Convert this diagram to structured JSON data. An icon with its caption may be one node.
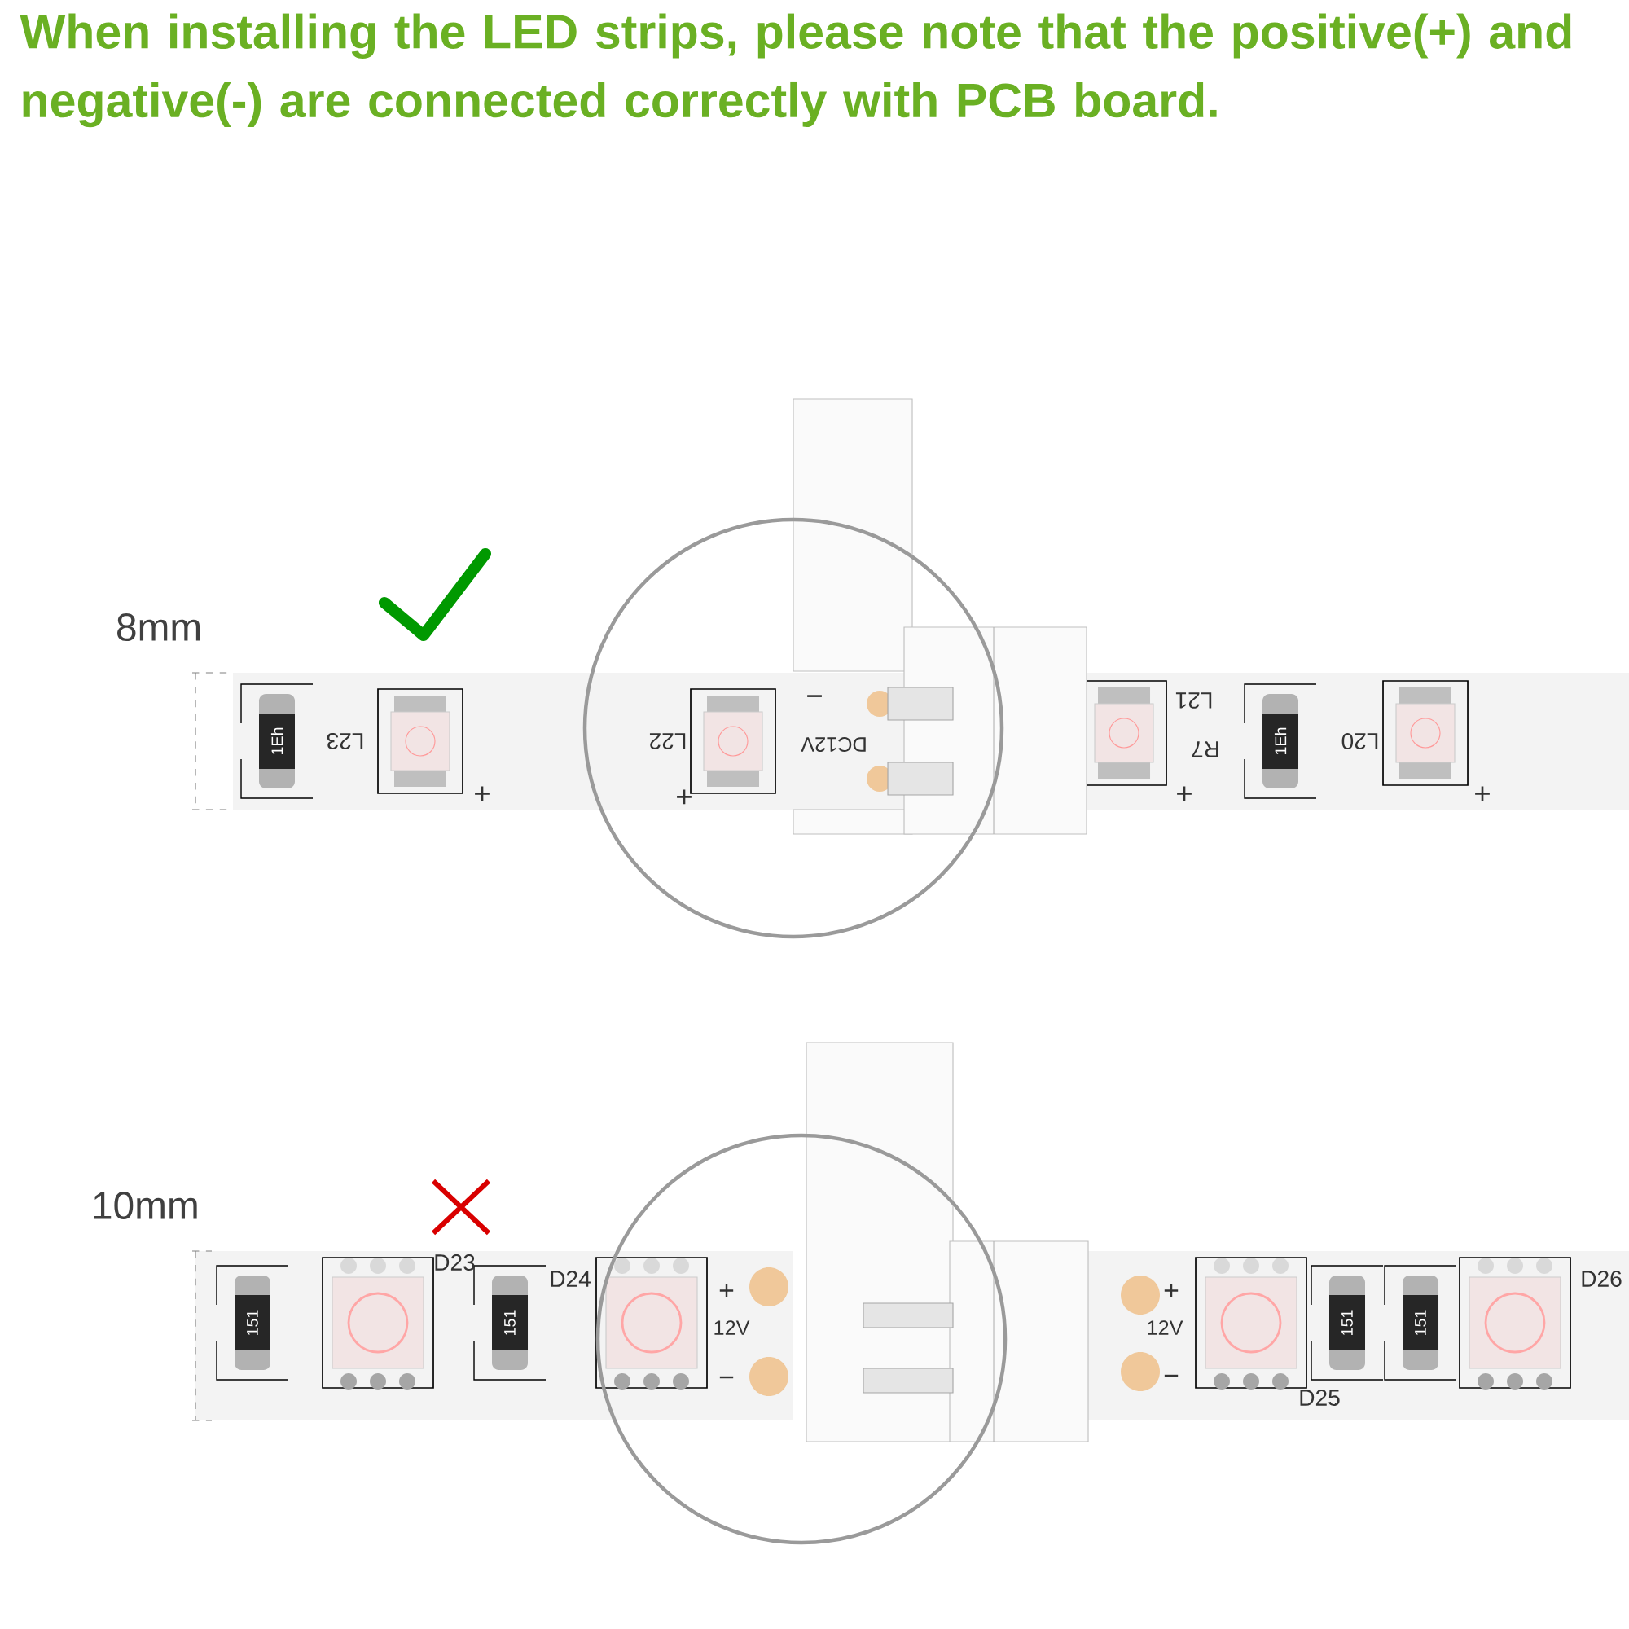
{
  "diagram": {
    "title": "When installing the LED strips, please note that the positive(+) and negative(-) are connected correctly with PCB board.",
    "labels": [
      "8mm",
      "1Eh",
      "L23",
      "+",
      "−",
      "L22",
      "DC12V",
      "+",
      "L21",
      "R7",
      "1Eh",
      "L20",
      "+",
      "+",
      "10mm",
      "151",
      "D23",
      "151",
      "D24",
      "+",
      "12V",
      "−",
      "+",
      "12V",
      "−",
      "151",
      "151",
      "D26",
      "D25"
    ]
  }
}
